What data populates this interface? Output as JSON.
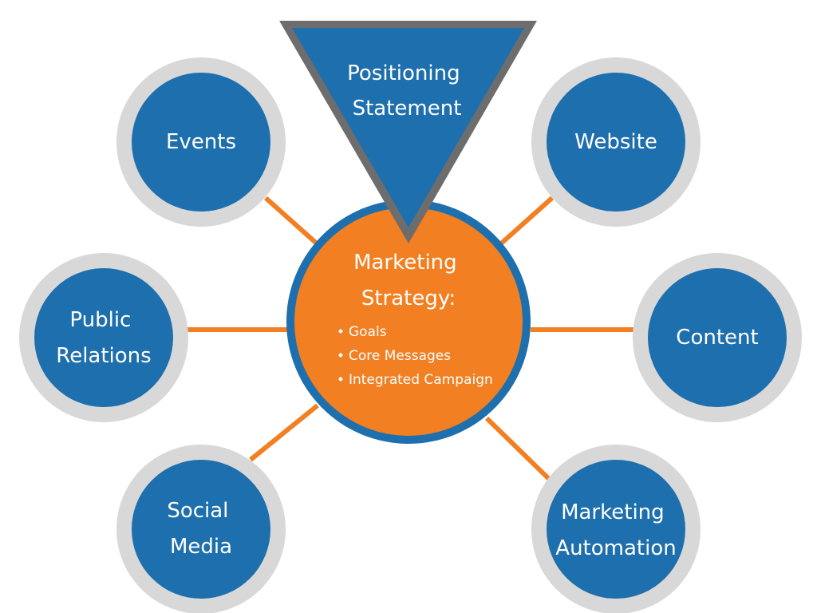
{
  "colors": {
    "node_fill": "#1e6fad",
    "node_ring": "#d8d8d8",
    "center_fill": "#f27f22",
    "center_ring": "#1e6fad",
    "connector": "#f27f22",
    "triangle_fill": "#1e6fad",
    "triangle_border": "#6d6d6d",
    "text": "#ffffff"
  },
  "positioning": {
    "lines": [
      "Positioning",
      "Statement"
    ]
  },
  "center": {
    "title_lines": [
      "Marketing",
      "Strategy:"
    ],
    "bullets": [
      "Goals",
      "Core Messages",
      "Integrated Campaign"
    ]
  },
  "nodes": {
    "events": {
      "lines": [
        "Events"
      ]
    },
    "website": {
      "lines": [
        "Website"
      ]
    },
    "public_relations": {
      "lines": [
        "Public",
        "Relations"
      ]
    },
    "content": {
      "lines": [
        "Content"
      ]
    },
    "social_media": {
      "lines": [
        "Social",
        "Media"
      ]
    },
    "marketing_automation": {
      "lines": [
        "Marketing",
        "Automation"
      ]
    }
  }
}
